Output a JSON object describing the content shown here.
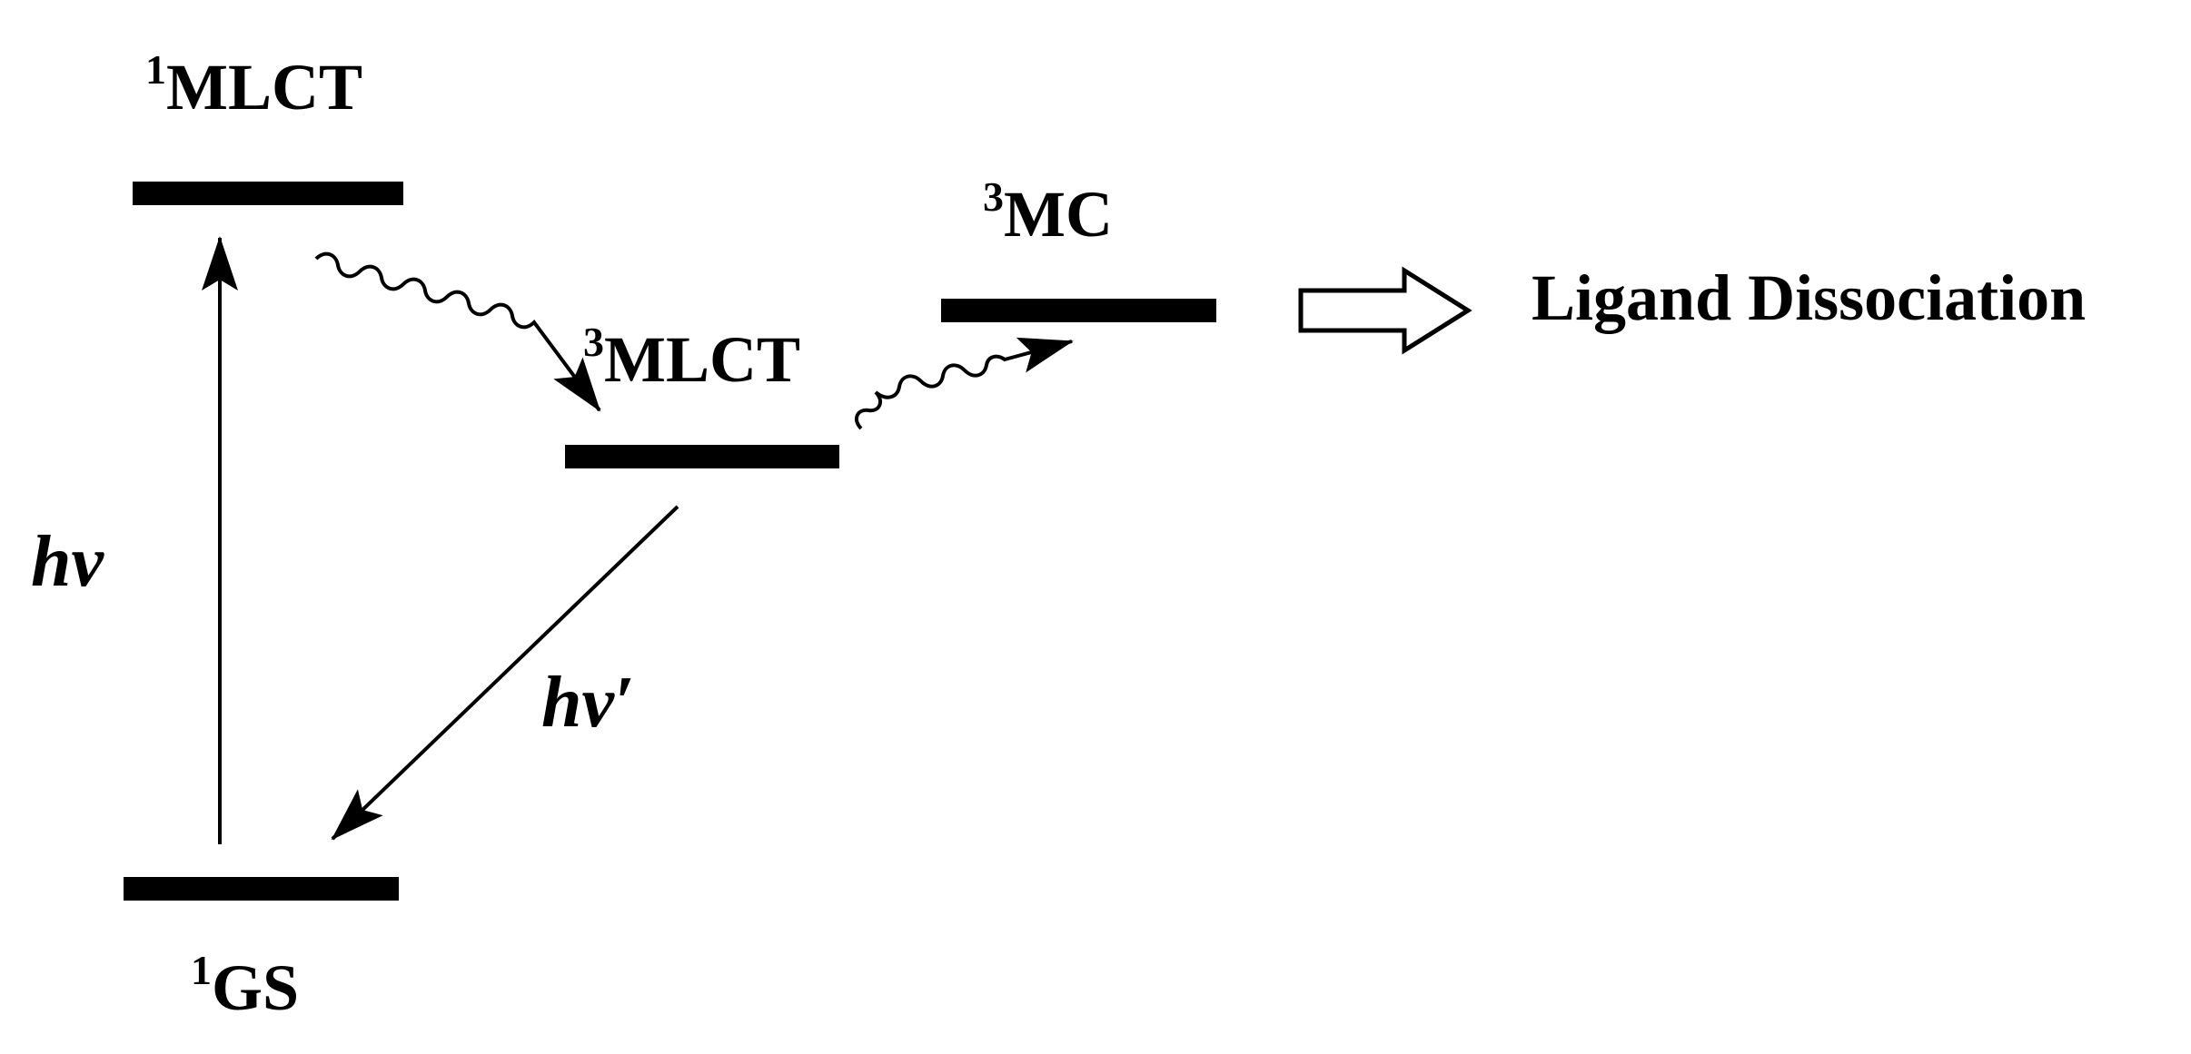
{
  "diagram": {
    "levels": {
      "mlct1": {
        "superscript": "1",
        "name": "MLCT"
      },
      "mlct3": {
        "superscript": "3",
        "name": "MLCT"
      },
      "mc3": {
        "superscript": "3",
        "name": "MC"
      },
      "gs1": {
        "superscript": "1",
        "name": "GS"
      }
    },
    "transitions": {
      "absorption": "hν",
      "emission": "hν′"
    },
    "outcome": "Ligand Dissociation",
    "colors": {
      "ink": "#000000",
      "background": "#ffffff"
    }
  }
}
